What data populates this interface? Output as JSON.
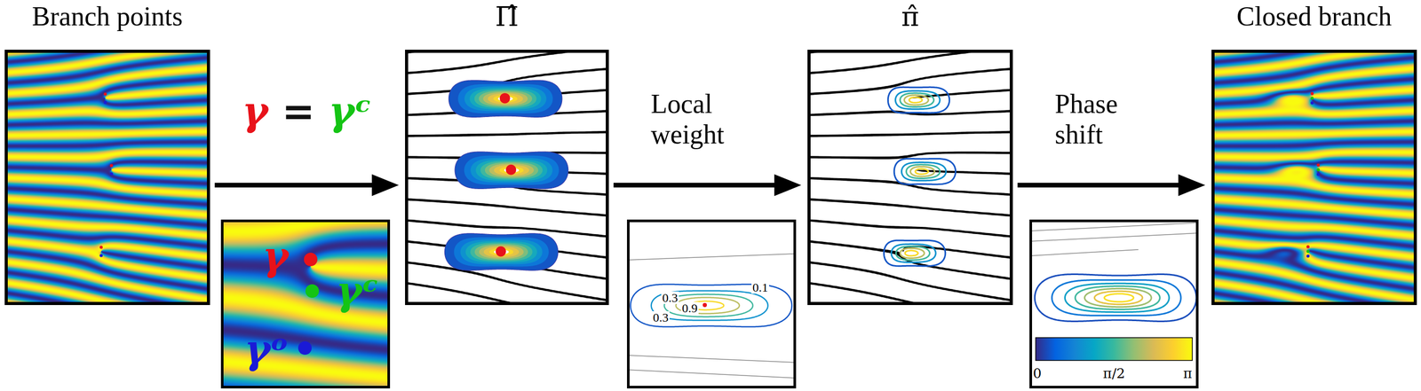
{
  "diagram": {
    "nodes": [
      {
        "text": [
          "Branch points"
        ]
      },
      {
        "text": [
          "γ",
          "γᶜ",
          "γᵒ"
        ]
      },
      {
        "text": [
          "Π̂"
        ]
      },
      {
        "text": [
          "0.3",
          "0.3",
          "0.9",
          "0.1"
        ]
      },
      {
        "text": [
          "π̂"
        ]
      },
      {
        "text": [
          "0",
          "π/2",
          "π"
        ]
      },
      {
        "text": [
          "Closed branch"
        ]
      }
    ],
    "edges": [
      {
        "from": 0,
        "to": 2,
        "arrow": "to",
        "label": "γ = γᶜ"
      },
      {
        "from": 2,
        "to": 4,
        "arrow": "to",
        "label": "Local weight"
      },
      {
        "from": 4,
        "to": 6,
        "arrow": "to",
        "label": "Phase shift"
      }
    ]
  }
}
